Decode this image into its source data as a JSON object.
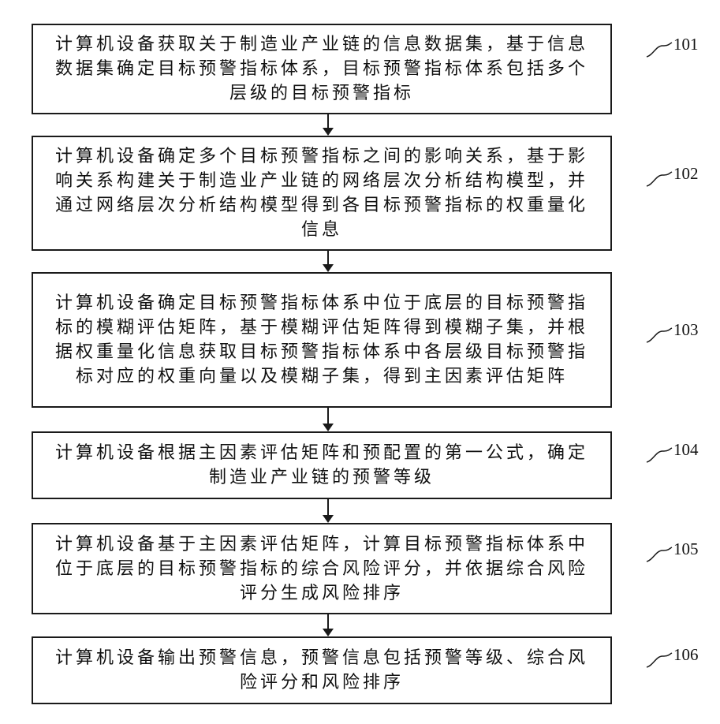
{
  "steps": [
    {
      "id": "101",
      "text": "计算机设备获取关于制造业产业链的信息数据集，基于信息数据集确定目标预警指标体系，目标预警指标体系包括多个层级的目标预警指标"
    },
    {
      "id": "102",
      "text": "计算机设备确定多个目标预警指标之间的影响关系，基于影响关系构建关于制造业产业链的网络层次分析结构模型，并通过网络层次分析结构模型得到各目标预警指标的权重量化信息"
    },
    {
      "id": "103",
      "text": "计算机设备确定目标预警指标体系中位于底层的目标预警指标的模糊评估矩阵，基于模糊评估矩阵得到模糊子集，并根据权重量化信息获取目标预警指标体系中各层级目标预警指标对应的权重向量以及模糊子集，得到主因素评估矩阵"
    },
    {
      "id": "104",
      "text": "计算机设备根据主因素评估矩阵和预配置的第一公式，确定制造业产业链的预警等级"
    },
    {
      "id": "105",
      "text": "计算机设备基于主因素评估矩阵，计算目标预警指标体系中位于底层的目标预警指标的综合风险评分，并依据综合风险评分生成风险排序"
    },
    {
      "id": "106",
      "text": "计算机设备输出预警信息，预警信息包括预警等级、综合风险评分和风险排序"
    }
  ]
}
